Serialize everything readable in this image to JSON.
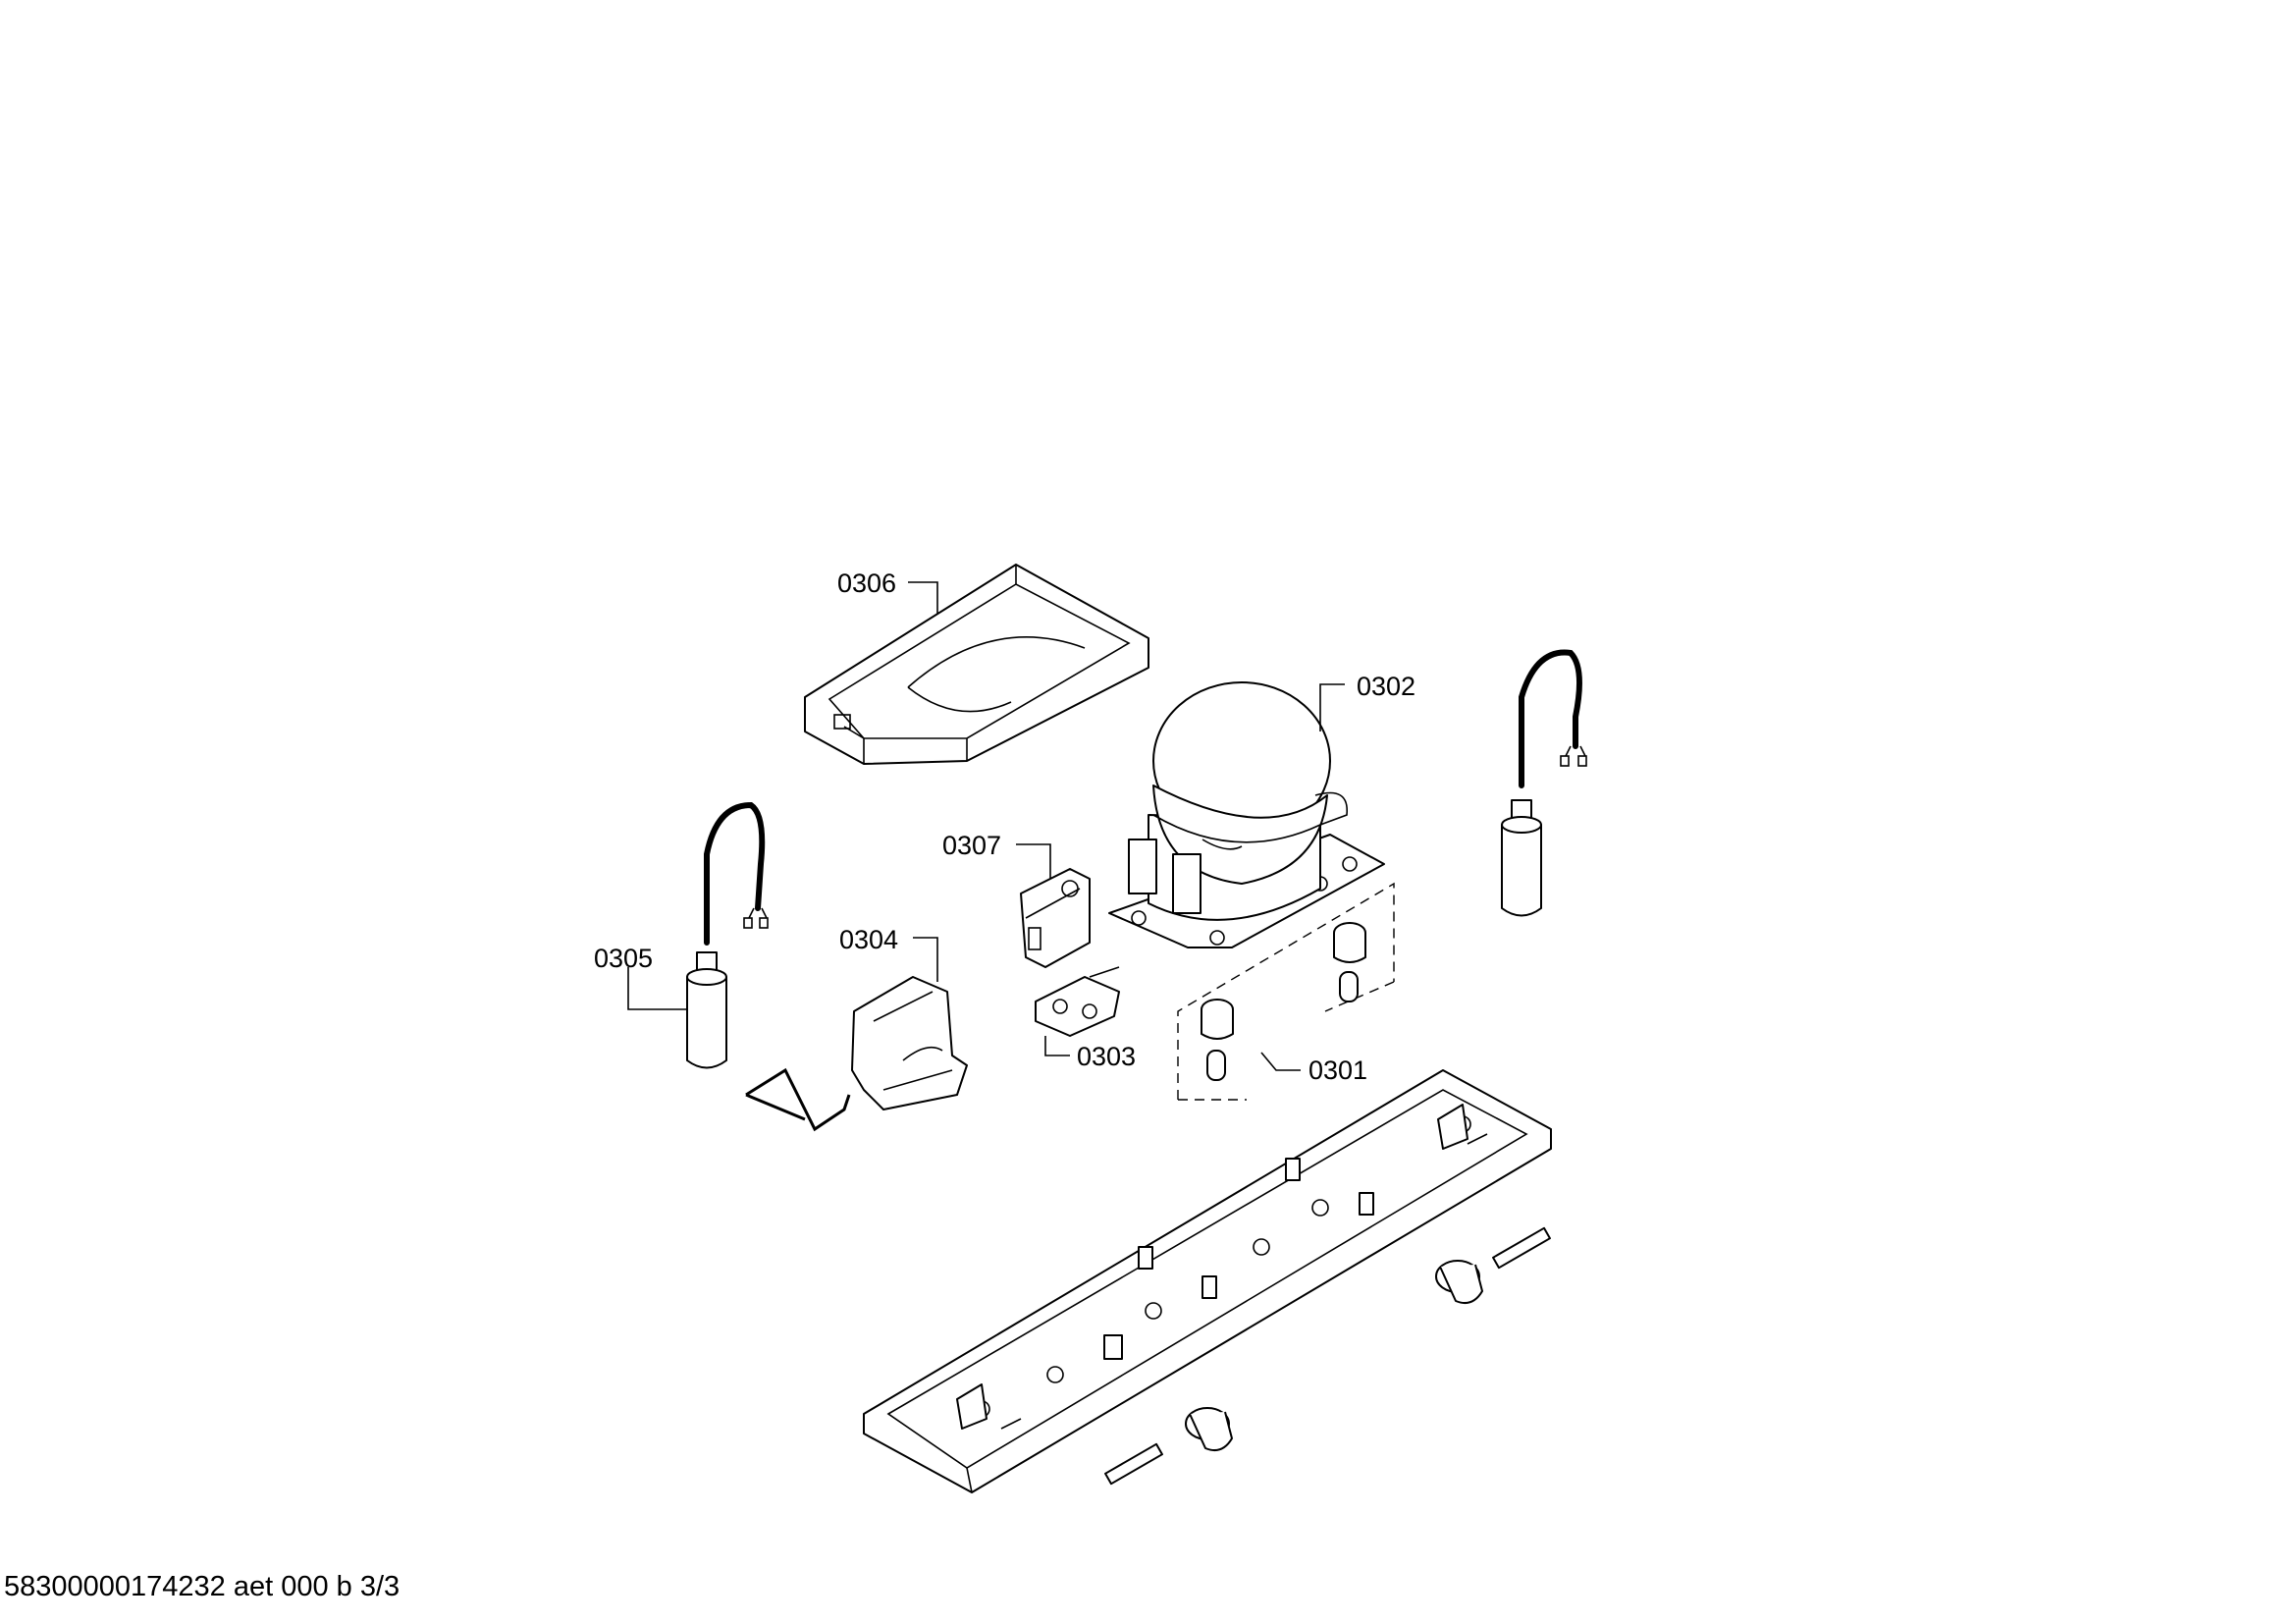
{
  "diagram": {
    "callouts": {
      "c0301": "0301",
      "c0302": "0302",
      "c0303": "0303",
      "c0304": "0304",
      "c0305": "0305",
      "c0306": "0306",
      "c0307": "0307"
    }
  },
  "footer": {
    "document_id": "58300000174232 aet 000 b 3/3"
  }
}
